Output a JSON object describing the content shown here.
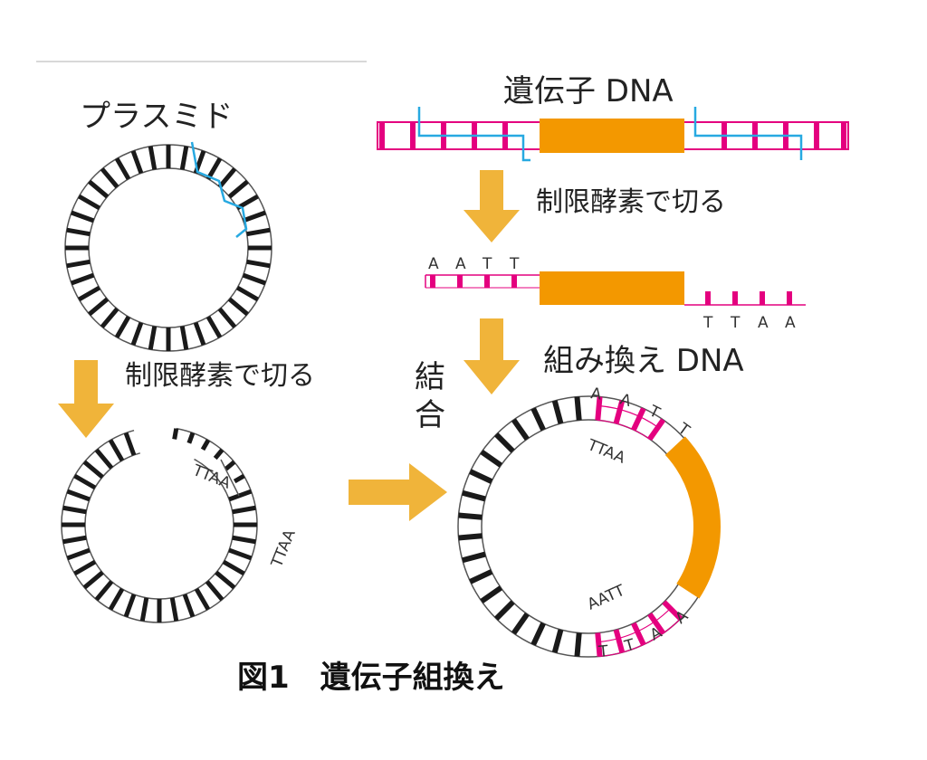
{
  "labels": {
    "plasmid": "プラスミド",
    "gene_dna": "遺伝子 DNA",
    "cut_top": "制限酵素で切る",
    "cut_left": "制限酵素で切る",
    "recombinant": "組み換え DNA",
    "bind_char1": "結",
    "bind_char2": "合",
    "caption": "図1　遺伝子組換え"
  },
  "bases": {
    "sticky_top": [
      "A",
      "A",
      "T",
      "T"
    ],
    "sticky_bottom": [
      "T",
      "T",
      "A",
      "A"
    ],
    "open_left": "TTAA",
    "open_right": "TTAA",
    "recomb_outer_top": [
      "A",
      "A",
      "T",
      "T"
    ],
    "recomb_inner_top": "TTAA",
    "recomb_inner_bottom": "AATT",
    "recomb_outer_bottom": [
      "T",
      "T",
      "A",
      "A"
    ]
  },
  "colors": {
    "gene": "#f39800",
    "gene_stripe": "#e4007f",
    "plasmid_stripe": "#1a1a1a",
    "cut_line": "#27a9e1",
    "arrow": "#f0b43a",
    "outline": "#555555"
  }
}
